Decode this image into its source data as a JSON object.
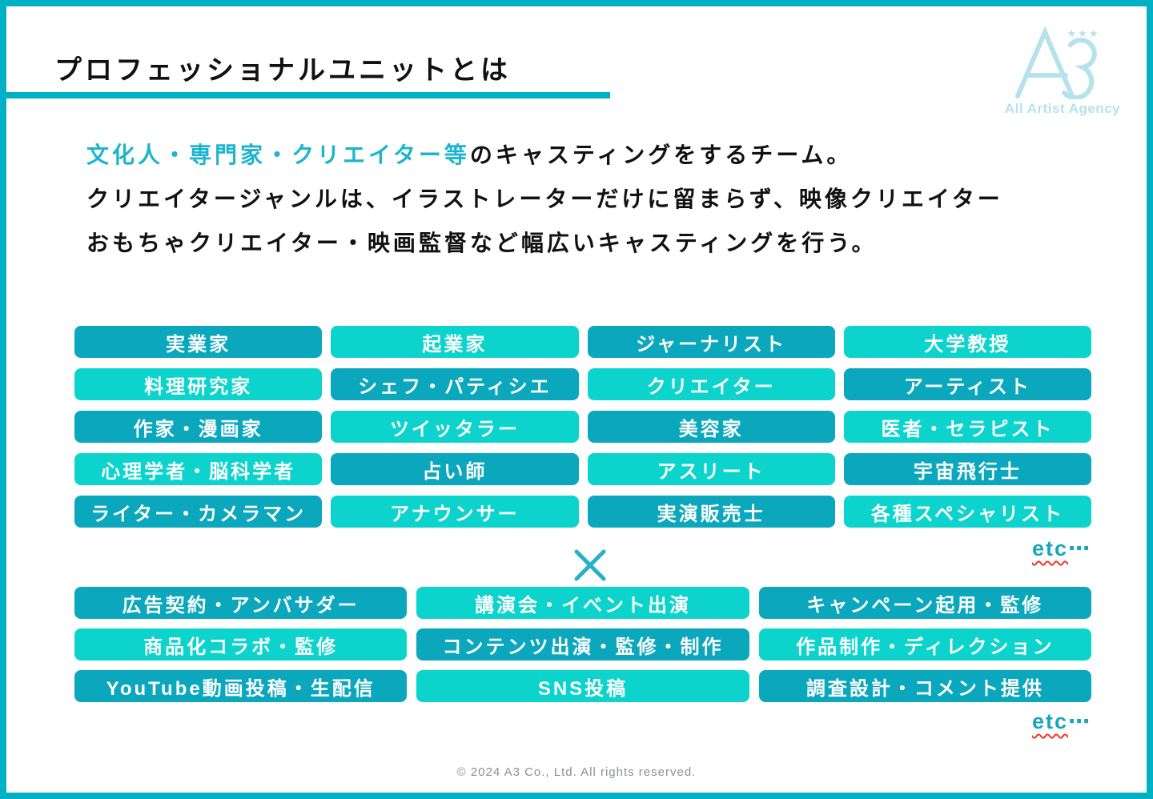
{
  "page": {
    "title": "プロフェッショナルユニットとは",
    "footer": "© 2024 A3 Co., Ltd. All rights reserved."
  },
  "logo": {
    "caption": "All Artist Agency",
    "stars": "★★★"
  },
  "intro": {
    "highlight": "文化人・専門家・クリエイター等",
    "line1_rest": "のキャスティングをするチーム。",
    "line2": "クリエイタージャンルは、イラストレーターだけに留まらず、映像クリエイター",
    "line3": "おもちゃクリエイター・映画監督など幅広いキャスティングを行う。"
  },
  "professions": {
    "etc_word": "etc",
    "etc_dots": "⋯",
    "items": [
      {
        "label": "実業家",
        "tone": "dark"
      },
      {
        "label": "起業家",
        "tone": "light"
      },
      {
        "label": "ジャーナリスト",
        "tone": "dark"
      },
      {
        "label": "大学教授",
        "tone": "light"
      },
      {
        "label": "料理研究家",
        "tone": "light"
      },
      {
        "label": "シェフ・パティシエ",
        "tone": "dark"
      },
      {
        "label": "クリエイター",
        "tone": "light"
      },
      {
        "label": "アーティスト",
        "tone": "dark"
      },
      {
        "label": "作家・漫画家",
        "tone": "dark"
      },
      {
        "label": "ツイッタラー",
        "tone": "light"
      },
      {
        "label": "美容家",
        "tone": "dark"
      },
      {
        "label": "医者・セラピスト",
        "tone": "light"
      },
      {
        "label": "心理学者・脳科学者",
        "tone": "light"
      },
      {
        "label": "占い師",
        "tone": "dark"
      },
      {
        "label": "アスリート",
        "tone": "light"
      },
      {
        "label": "宇宙飛行士",
        "tone": "dark"
      },
      {
        "label": "ライター・カメラマン",
        "tone": "dark"
      },
      {
        "label": "アナウンサー",
        "tone": "light"
      },
      {
        "label": "実演販売士",
        "tone": "dark"
      },
      {
        "label": "各種スペシャリスト",
        "tone": "light"
      }
    ]
  },
  "multiply_symbol": "×",
  "activities": {
    "etc_word": "etc",
    "etc_dots": "⋯",
    "items": [
      {
        "label": "広告契約・アンバサダー",
        "tone": "dark"
      },
      {
        "label": "講演会・イベント出演",
        "tone": "light"
      },
      {
        "label": "キャンペーン起用・監修",
        "tone": "dark"
      },
      {
        "label": "商品化コラボ・監修",
        "tone": "light"
      },
      {
        "label": "コンテンツ出演・監修・制作",
        "tone": "dark"
      },
      {
        "label": "作品制作・ディレクション",
        "tone": "light"
      },
      {
        "label": "YouTube動画投稿・生配信",
        "tone": "dark"
      },
      {
        "label": "SNS投稿",
        "tone": "light"
      },
      {
        "label": "調査設計・コメント提供",
        "tone": "dark"
      }
    ]
  },
  "colors": {
    "accent": "#00b1c5",
    "chip_dark": "#0ba7bd",
    "chip_light": "#0cd4cd",
    "highlight": "#1db4cd",
    "etc": "#1ba4bd",
    "squiggle": "#e8392a",
    "logo": "#b5e2ec",
    "footer": "#8b8f92",
    "ink": "#111111"
  }
}
